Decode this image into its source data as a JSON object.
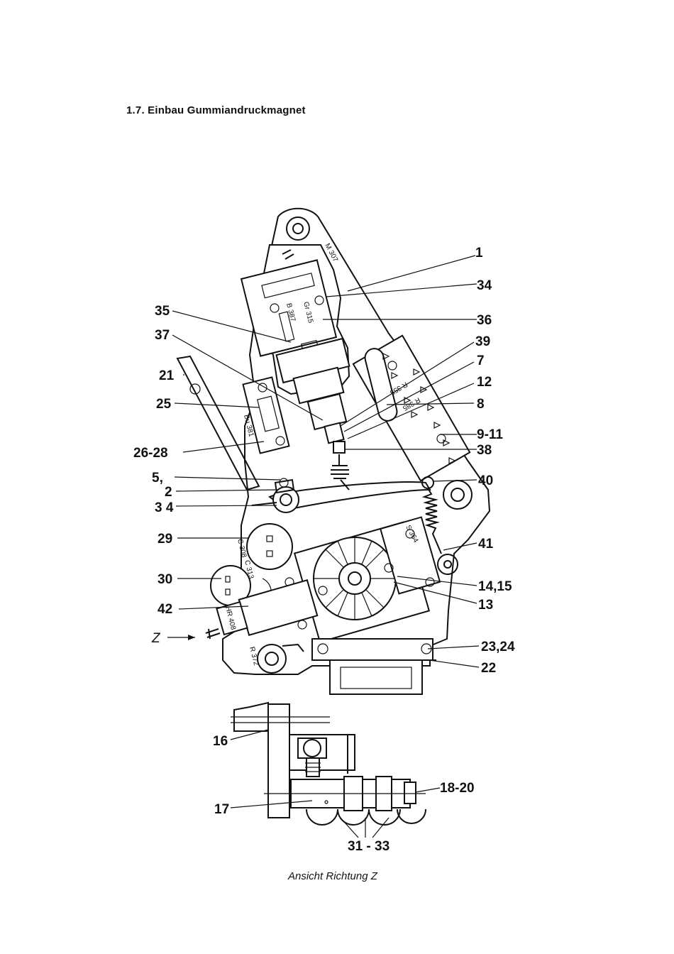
{
  "title": "1.7.  Einbau Gummiandruckmagnet",
  "caption": "Ansicht Richtung Z",
  "callouts": {
    "c1": "1",
    "c34": "34",
    "c36": "36",
    "c39": "39",
    "c7": "7",
    "c12": "12",
    "c8": "8",
    "c9_11": "9-11",
    "c38": "38",
    "c40": "40",
    "c41": "41",
    "c14_15": "14,15",
    "c13": "13",
    "c23_24": "23,24",
    "c22": "22",
    "c35": "35",
    "c37": "37",
    "c21": "21",
    "c25": "25",
    "c26_28": "26-28",
    "c5": "5,",
    "c2": "2",
    "c3_4": "3 4",
    "c29": "29",
    "c30": "30",
    "c42": "42",
    "cz": "Z",
    "c16": "16",
    "c17": "17",
    "c18_20": "18-20",
    "c31_33": "31 - 33"
  },
  "part_markings": {
    "m307": "M 307",
    "b387": "B 387",
    "gr315": "Gr 315",
    "bu381": "Bu 381",
    "r355": "R 355",
    "r385": "R 385",
    "c308": "C 308",
    "c313": "C 313",
    "s364": "S 364",
    "r372": "R 372",
    "hr": "HR 408"
  }
}
